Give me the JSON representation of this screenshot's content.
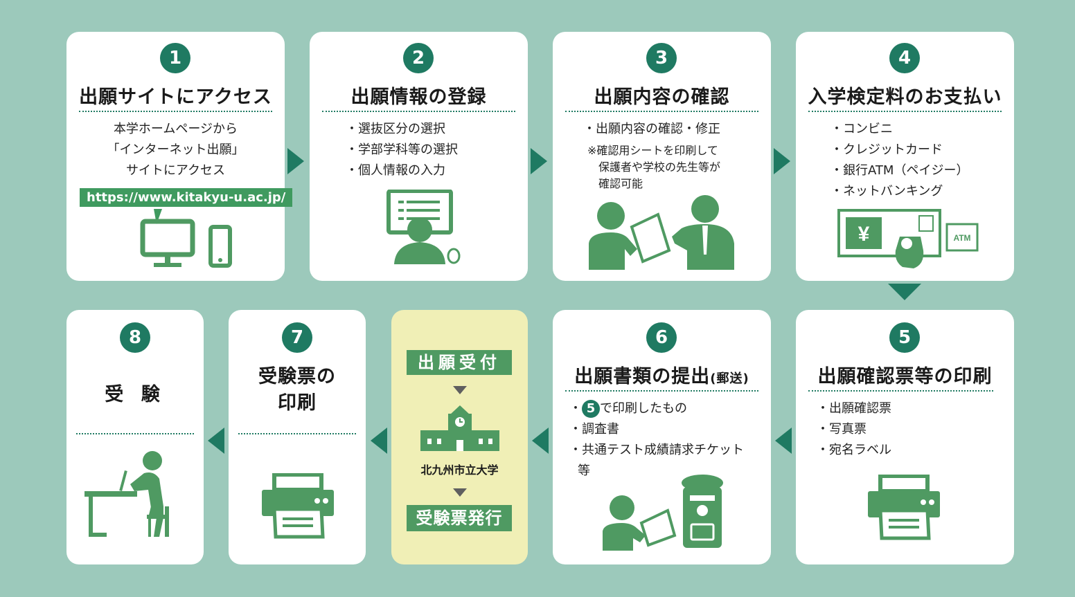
{
  "steps": {
    "s1": {
      "num": "1",
      "title": "出願サイトにアクセス",
      "lines": [
        "本学ホームページから",
        "「インターネット出願」",
        "サイトにアクセス"
      ],
      "url": "https://www.kitakyu-u.ac.jp/"
    },
    "s2": {
      "num": "2",
      "title": "出願情報の登録",
      "lines": [
        "・選抜区分の選択",
        "・学部学科等の選択",
        "・個人情報の入力"
      ]
    },
    "s3": {
      "num": "3",
      "title": "出願内容の確認",
      "lines": [
        "・出願内容の確認・修正"
      ],
      "note": [
        "※確認用シートを印刷して",
        "保護者や学校の先生等が",
        "確認可能"
      ]
    },
    "s4": {
      "num": "4",
      "title": "入学検定料のお支払い",
      "lines": [
        "・コンビニ",
        "・クレジットカード",
        "・銀行ATM（ペイジー）",
        "・ネットバンキング"
      ],
      "atm_label": "ATM",
      "yen": "¥"
    },
    "s5": {
      "num": "5",
      "title": "出願確認票等の印刷",
      "lines": [
        "・出願確認票",
        "・写真票",
        "・宛名ラベル"
      ]
    },
    "s6": {
      "num": "6",
      "title": "出願書類の提出",
      "title_small": "(郵送)",
      "ref_num": "5",
      "ref_text": "で印刷したもの",
      "lines": [
        "・調査書",
        "・共通テスト成績請求チケット",
        "等"
      ]
    },
    "s7": {
      "num": "7",
      "title_line1": "受験票の",
      "title_line2": "印刷"
    },
    "s8": {
      "num": "8",
      "title": "受 験"
    }
  },
  "center": {
    "top_label": "出願受付",
    "university": "北九州市立大学",
    "bottom_label": "受験票発行"
  },
  "colors": {
    "background": "#9cc9bb",
    "accent": "#1f7a62",
    "illustration": "#4f9a62",
    "center_card": "#f0efb6"
  }
}
